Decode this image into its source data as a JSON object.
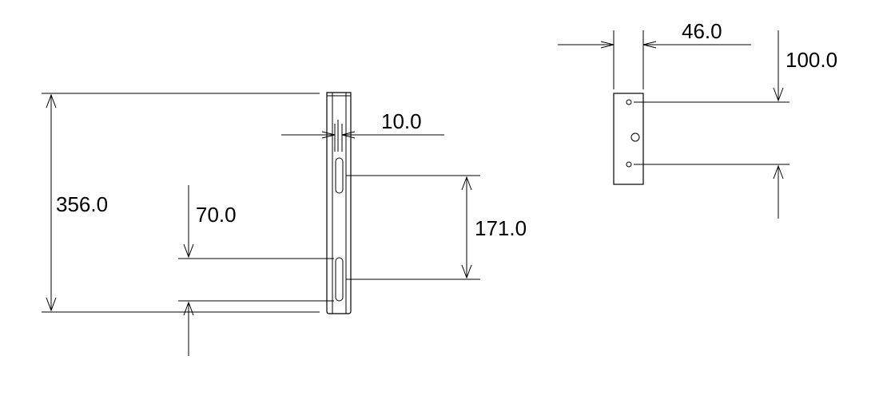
{
  "dimensions": {
    "overall_height": "356.0",
    "bracket_width": "10.0",
    "slot_spacing": "171.0",
    "bottom_offset": "70.0",
    "plate_width": "46.0",
    "hole_spacing": "100.0"
  }
}
